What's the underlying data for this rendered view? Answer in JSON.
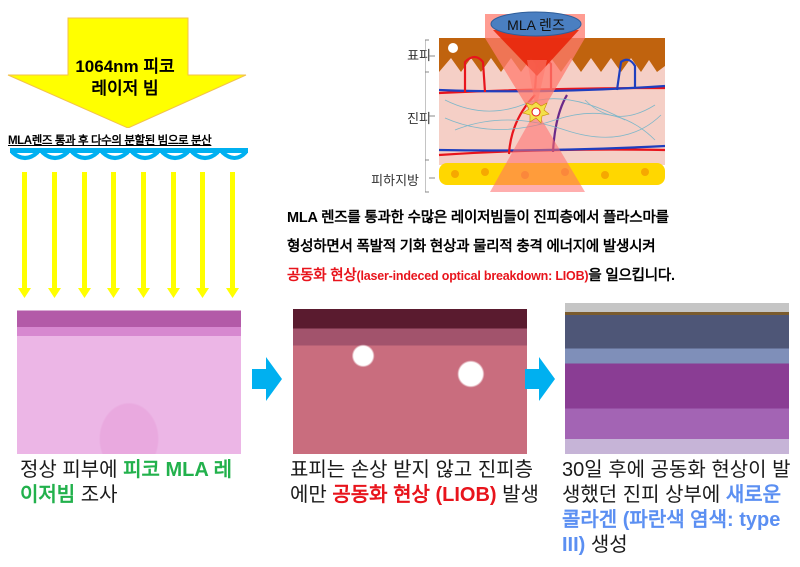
{
  "laser_arrow": {
    "line1": "1064nm 피코",
    "line2": "레이저 빔",
    "color": "#ffff00"
  },
  "mla_caption": "MLA렌즈 통과 후 다수의 분할된 빔으로 분산",
  "lens_array": {
    "count": 8,
    "color": "#00b0f0"
  },
  "beams": {
    "count": 8,
    "color": "#ffff00"
  },
  "diagram": {
    "lens_label": "MLA 렌즈",
    "layers": [
      "표피",
      "진피",
      "피하지방"
    ]
  },
  "description": {
    "line1": "MLA 렌즈를 통과한 수많은 레이저빔들이 진피층에서 플라스마를",
    "line2": "형성하면서 폭발적 기화 현상과  물리적 충격 에너지에 발생시켜",
    "line3_red": "공동화 현상",
    "line3_red_small": "(laser-indeced optical breakdown: LIOB)",
    "line3_rest": "을 일으킵니다."
  },
  "steps": [
    {
      "caption_parts": [
        {
          "text": "정상 피부에 ",
          "style": "normal"
        },
        {
          "text": "피코 MLA 레이저빔",
          "style": "green"
        },
        {
          "text": " 조사",
          "style": "normal"
        }
      ]
    },
    {
      "caption_parts": [
        {
          "text": "표피는 손상 받지 않고 진피층에만 ",
          "style": "normal"
        },
        {
          "text": "공동화 현상 (LIOB)",
          "style": "red"
        },
        {
          "text": " 발생",
          "style": "normal"
        }
      ]
    },
    {
      "caption_parts": [
        {
          "text": "30일 후에 공동화 현상이 발생했던 진피 상부에 ",
          "style": "normal"
        },
        {
          "text": "새로운 콜라겐 (파란색 염색: type III)",
          "style": "blue"
        },
        {
          "text": " 생성",
          "style": "normal"
        }
      ]
    }
  ],
  "colors": {
    "arrow_blue": "#00b0f0",
    "highlight_green": "#22b14c",
    "highlight_red": "#e8141c",
    "highlight_blue": "#5b8ff2"
  }
}
